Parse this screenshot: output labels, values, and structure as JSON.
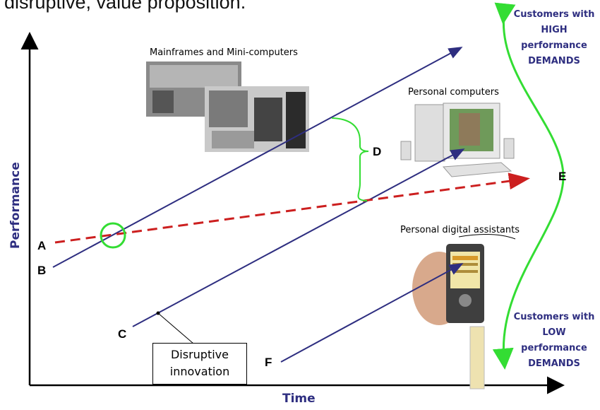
{
  "header": {
    "text": "disruptive, value proposition."
  },
  "axes": {
    "x_label": "Time",
    "y_label": "Performance"
  },
  "points": {
    "a": "A",
    "b": "B",
    "c": "C",
    "d": "D",
    "e": "E",
    "f": "F"
  },
  "captions": {
    "mainframes": "Mainframes and Mini-computers",
    "pcs": "Personal computers",
    "pdas": "Personal digital assistants"
  },
  "customers": {
    "high": [
      "Customers with",
      "HIGH",
      "performance",
      "DEMANDS"
    ],
    "low": [
      "Customers with",
      "LOW",
      "performance",
      "DEMANDS"
    ]
  },
  "disruptive": {
    "line1": "Disruptive",
    "line2": "innovation"
  },
  "colors": {
    "trajectory": "#2e2e80",
    "demand": "#cc1f1f",
    "range": "#33dd33",
    "label": "#2e2e80"
  }
}
